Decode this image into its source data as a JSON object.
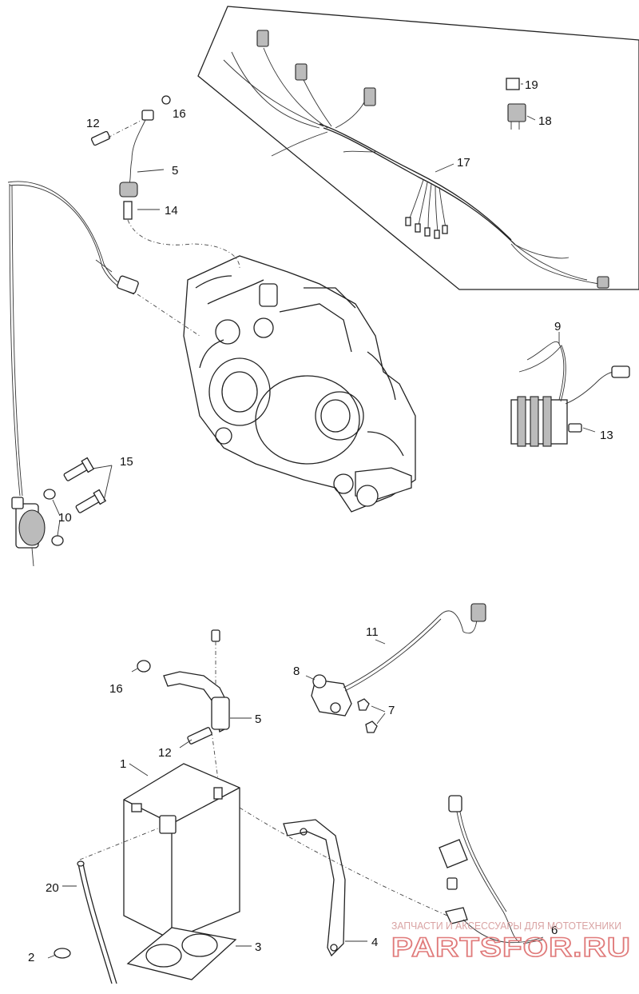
{
  "callouts": [
    {
      "id": "c19",
      "text": "19"
    },
    {
      "id": "c18",
      "text": "18"
    },
    {
      "id": "c17",
      "text": "17"
    },
    {
      "id": "c16a",
      "text": "16"
    },
    {
      "id": "c12a",
      "text": "12"
    },
    {
      "id": "c5a",
      "text": "5"
    },
    {
      "id": "c14",
      "text": "14"
    },
    {
      "id": "c9",
      "text": "9"
    },
    {
      "id": "c13",
      "text": "13"
    },
    {
      "id": "c15",
      "text": "15"
    },
    {
      "id": "c10",
      "text": "10"
    },
    {
      "id": "c11",
      "text": "11"
    },
    {
      "id": "c8",
      "text": "8"
    },
    {
      "id": "c7",
      "text": "7"
    },
    {
      "id": "c16b",
      "text": "16"
    },
    {
      "id": "c5b",
      "text": "5"
    },
    {
      "id": "c12b",
      "text": "12"
    },
    {
      "id": "c1",
      "text": "1"
    },
    {
      "id": "c20",
      "text": "20"
    },
    {
      "id": "c6",
      "text": "6"
    },
    {
      "id": "c4",
      "text": "4"
    },
    {
      "id": "c3",
      "text": "3"
    },
    {
      "id": "c2",
      "text": "2"
    }
  ],
  "watermark": {
    "line1": "ЗАПЧАСТИ И АКСЕССУАРЫ ДЛЯ МОТОТЕХНИКИ",
    "line2": "PARTSFOR.RU",
    "color": "#e07b7b"
  }
}
